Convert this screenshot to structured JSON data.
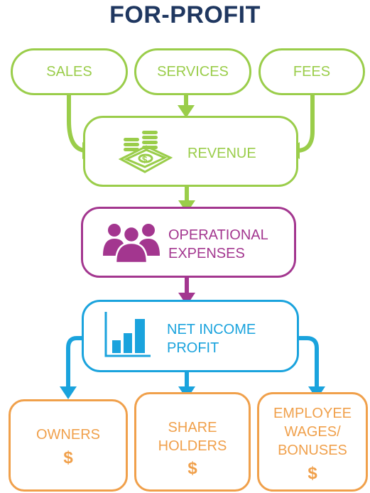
{
  "title": "FOR-PROFIT",
  "colors": {
    "title": "#1f3760",
    "green": "#9acd4a",
    "purple": "#a3368f",
    "blue": "#1aa3dd",
    "orange": "#f0a04b"
  },
  "sources": {
    "sales": "SALES",
    "services": "SERVICES",
    "fees": "FEES"
  },
  "revenue": {
    "label": "REVENUE",
    "icon": "money-stack-icon"
  },
  "expenses": {
    "line1": "OPERATIONAL",
    "line2": "EXPENSES",
    "icon": "people-group-icon"
  },
  "net_income": {
    "line1": "NET INCOME",
    "line2": "PROFIT",
    "icon": "bar-chart-icon"
  },
  "recipients": {
    "owners": {
      "label": "OWNERS",
      "symbol": "$"
    },
    "shareholders": {
      "line1": "SHARE",
      "line2": "HOLDERS",
      "symbol": "$"
    },
    "employees": {
      "line1": "EMPLOYEE",
      "line2": "WAGES/",
      "line3": "BONUSES",
      "symbol": "$"
    }
  }
}
